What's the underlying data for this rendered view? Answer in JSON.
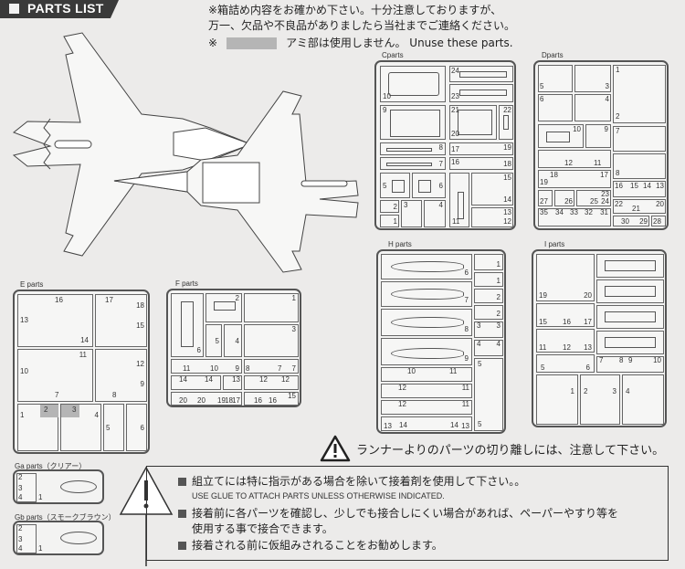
{
  "header": {
    "title": "PARTS LIST"
  },
  "notes": {
    "line1": "※箱詰め内容をお確かめ下さい。十分注意しておりますが、",
    "line2": "万一、欠品や不良品がありましたら当社までご連絡ください。",
    "unuse_mark": "※",
    "unuse_jp": "アミ部は使用しません。",
    "unuse_en": "Unuse these parts."
  },
  "sheets": {
    "c": {
      "label": "Cparts",
      "numbers": [
        "24",
        "10",
        "23",
        "9",
        "21",
        "20",
        "22",
        "8",
        "19",
        "17",
        "7",
        "16",
        "18",
        "5",
        "6",
        "15",
        "14",
        "2",
        "3",
        "4",
        "13",
        "1",
        "11",
        "12"
      ]
    },
    "d": {
      "label": "Dparts",
      "numbers": [
        "5",
        "3",
        "1",
        "6",
        "4",
        "2",
        "10",
        "9",
        "7",
        "12",
        "11",
        "8",
        "18",
        "19",
        "17",
        "16",
        "15",
        "14",
        "13",
        "27",
        "26",
        "25",
        "23",
        "24",
        "22",
        "21",
        "20",
        "35",
        "34",
        "33",
        "32",
        "31",
        "30",
        "29",
        "28"
      ]
    },
    "e": {
      "label": "E parts",
      "numbers": [
        "16",
        "17",
        "18",
        "13",
        "15",
        "14",
        "11",
        "10",
        "12",
        "7",
        "9",
        "8",
        "1",
        "2",
        "3",
        "4",
        "5",
        "6"
      ]
    },
    "f": {
      "label": "F parts",
      "numbers": [
        "2",
        "1",
        "6",
        "5",
        "4",
        "3",
        "11",
        "10",
        "9",
        "8",
        "7",
        "7",
        "14",
        "14",
        "13",
        "12",
        "12",
        "20",
        "20",
        "19",
        "18",
        "17",
        "16",
        "16",
        "15"
      ]
    },
    "h": {
      "label": "H parts",
      "numbers": [
        "6",
        "1",
        "1",
        "7",
        "2",
        "2",
        "8",
        "3",
        "3",
        "9",
        "4",
        "4",
        "10",
        "11",
        "5",
        "12",
        "11",
        "12",
        "11",
        "13",
        "13",
        "14",
        "14",
        "5"
      ]
    },
    "i": {
      "label": "I parts",
      "numbers": [
        "19",
        "20",
        "15",
        "16",
        "17",
        "11",
        "12",
        "13",
        "5",
        "6",
        "7",
        "8",
        "9",
        "10",
        "1",
        "2",
        "3",
        "4"
      ]
    },
    "ga": {
      "label": "Ga parts（クリアー）",
      "numbers": [
        "2",
        "3",
        "4",
        "1"
      ]
    },
    "gb": {
      "label": "Gb parts（スモークブラウン）",
      "numbers": [
        "2",
        "3",
        "4",
        "1"
      ]
    }
  },
  "caution": {
    "runner": "ランナーよりのパーツの切り離しには、注意して下さい。",
    "item1_jp": "組立てには特に指示がある場合を除いて接着剤を使用して下さい。。",
    "item1_en": "USE GLUE TO ATTACH PARTS UNLESS OTHERWISE INDICATED.",
    "item2_jp_a": "接着前に各パーツを確認し、少しでも接合しにくい場合があれば、ペーパーやすり等を",
    "item2_jp_b": "使用する事で接合できます。",
    "item3_jp": "接着される前に仮組みされることをお勧めします。"
  }
}
